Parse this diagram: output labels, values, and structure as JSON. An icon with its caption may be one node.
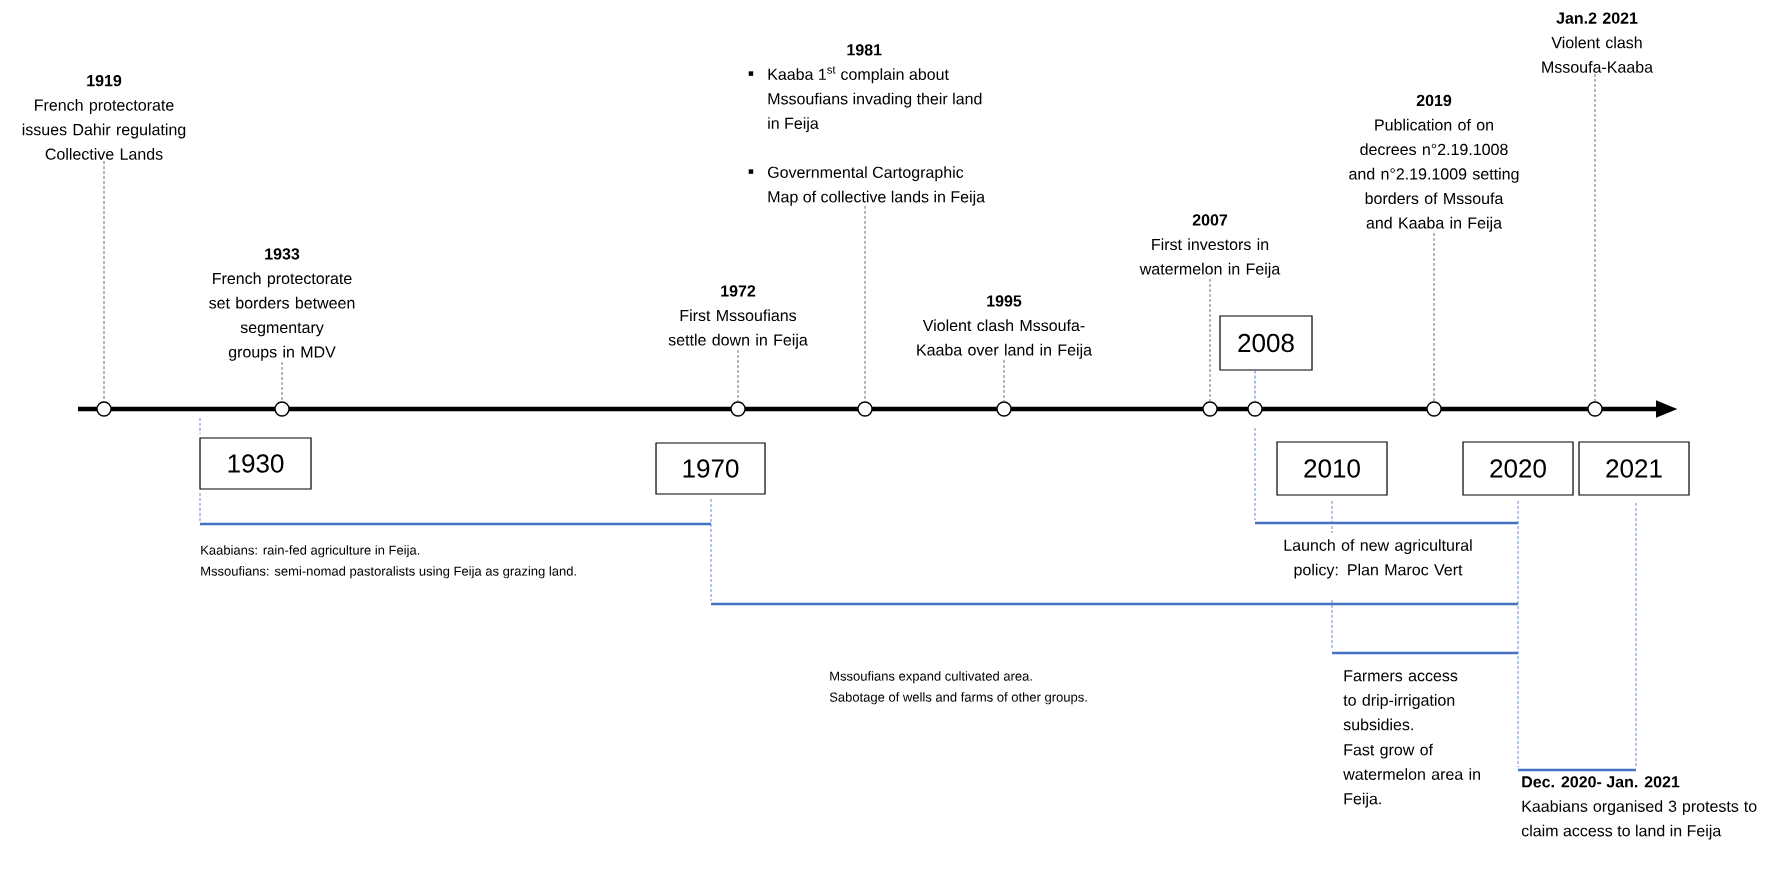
{
  "diagram": {
    "nodes": [
      {
        "text": [
          "1919",
          "French protectorate issues Dahir regulating Collective Lands"
        ]
      },
      {
        "text": [
          "1933",
          "French protectorate set borders between segmentary groups in MDV"
        ]
      },
      {
        "text": [
          "1972",
          "First Mssoufians settle down in Feija"
        ]
      },
      {
        "text": [
          "1981",
          "Kaaba 1$^{st}$ complain about Mssoufians invading their land in Feija",
          "Governmental Cartographic Map of collective lands in Feija"
        ]
      },
      {
        "text": [
          "1995",
          "Violent clash Mssoufa-Kaaba over land in Feija"
        ]
      },
      {
        "text": [
          "2007",
          "First investors in watermelon in Feija"
        ]
      },
      {
        "text": [
          "2019",
          "Publication of on decrees n°2.19.1008 and n°2.19.1009 setting borders of Mssoufa and Kaaba in Feija"
        ]
      },
      {
        "text": [
          "Jan.2 2021",
          "Violent clash Mssoufa-Kaaba"
        ]
      },
      {
        "text": [],
        "shape": "circle"
      },
      {
        "text": [],
        "shape": "circle"
      },
      {
        "text": [],
        "shape": "circle"
      },
      {
        "text": [],
        "shape": "circle"
      },
      {
        "text": [],
        "shape": "circle"
      },
      {
        "text": [],
        "shape": "circle"
      },
      {
        "text": [],
        "shape": "circle"
      },
      {
        "text": [],
        "shape": "circle"
      },
      {
        "text": [],
        "shape": "circle"
      },
      {
        "text": [
          "1930"
        ]
      },
      {
        "text": [
          "1970"
        ]
      },
      {
        "text": [
          "2008"
        ]
      },
      {
        "text": [
          "2010"
        ]
      },
      {
        "text": [
          "2020"
        ]
      },
      {
        "text": [
          "2021"
        ]
      }
    ],
    "edges": [
      {
        "from": 0,
        "to": 8,
        "arrow": "none",
        "style": "dashed"
      },
      {
        "from": 1,
        "to": 9,
        "arrow": "none",
        "style": "dashed"
      },
      {
        "from": 2,
        "to": 10,
        "arrow": "none",
        "style": "dashed"
      },
      {
        "from": 3,
        "to": 11,
        "arrow": "none",
        "style": "dashed"
      },
      {
        "from": 4,
        "to": 12,
        "arrow": "none",
        "style": "dashed"
      },
      {
        "from": 5,
        "to": 13,
        "arrow": "none",
        "style": "dashed"
      },
      {
        "from": 19,
        "to": 14,
        "arrow": "none",
        "style": "dashed",
        "color": "#4472c4"
      },
      {
        "from": 6,
        "to": 15,
        "arrow": "none",
        "style": "dashed"
      },
      {
        "from": 7,
        "to": 16,
        "arrow": "none",
        "style": "dashed"
      }
    ],
    "labels": [
      "Kaabians: rain-fed agriculture in Feija.",
      "Mssoufians: semi-nomad pastoralists using Feija as grazing land.",
      "Launch of new agricultural policy: Plan Maroc Vert",
      "Mssoufians expand cultivated area.",
      "Sabotage of wells and farms of other groups.",
      "Farmers access to drip-irrigation subsidies.",
      "Fast grow of watermelon area in Feija.",
      "Dec. 2020- Jan. 2021",
      "Kaabians organised 3 protests to claim access to land in Feija"
    ]
  }
}
